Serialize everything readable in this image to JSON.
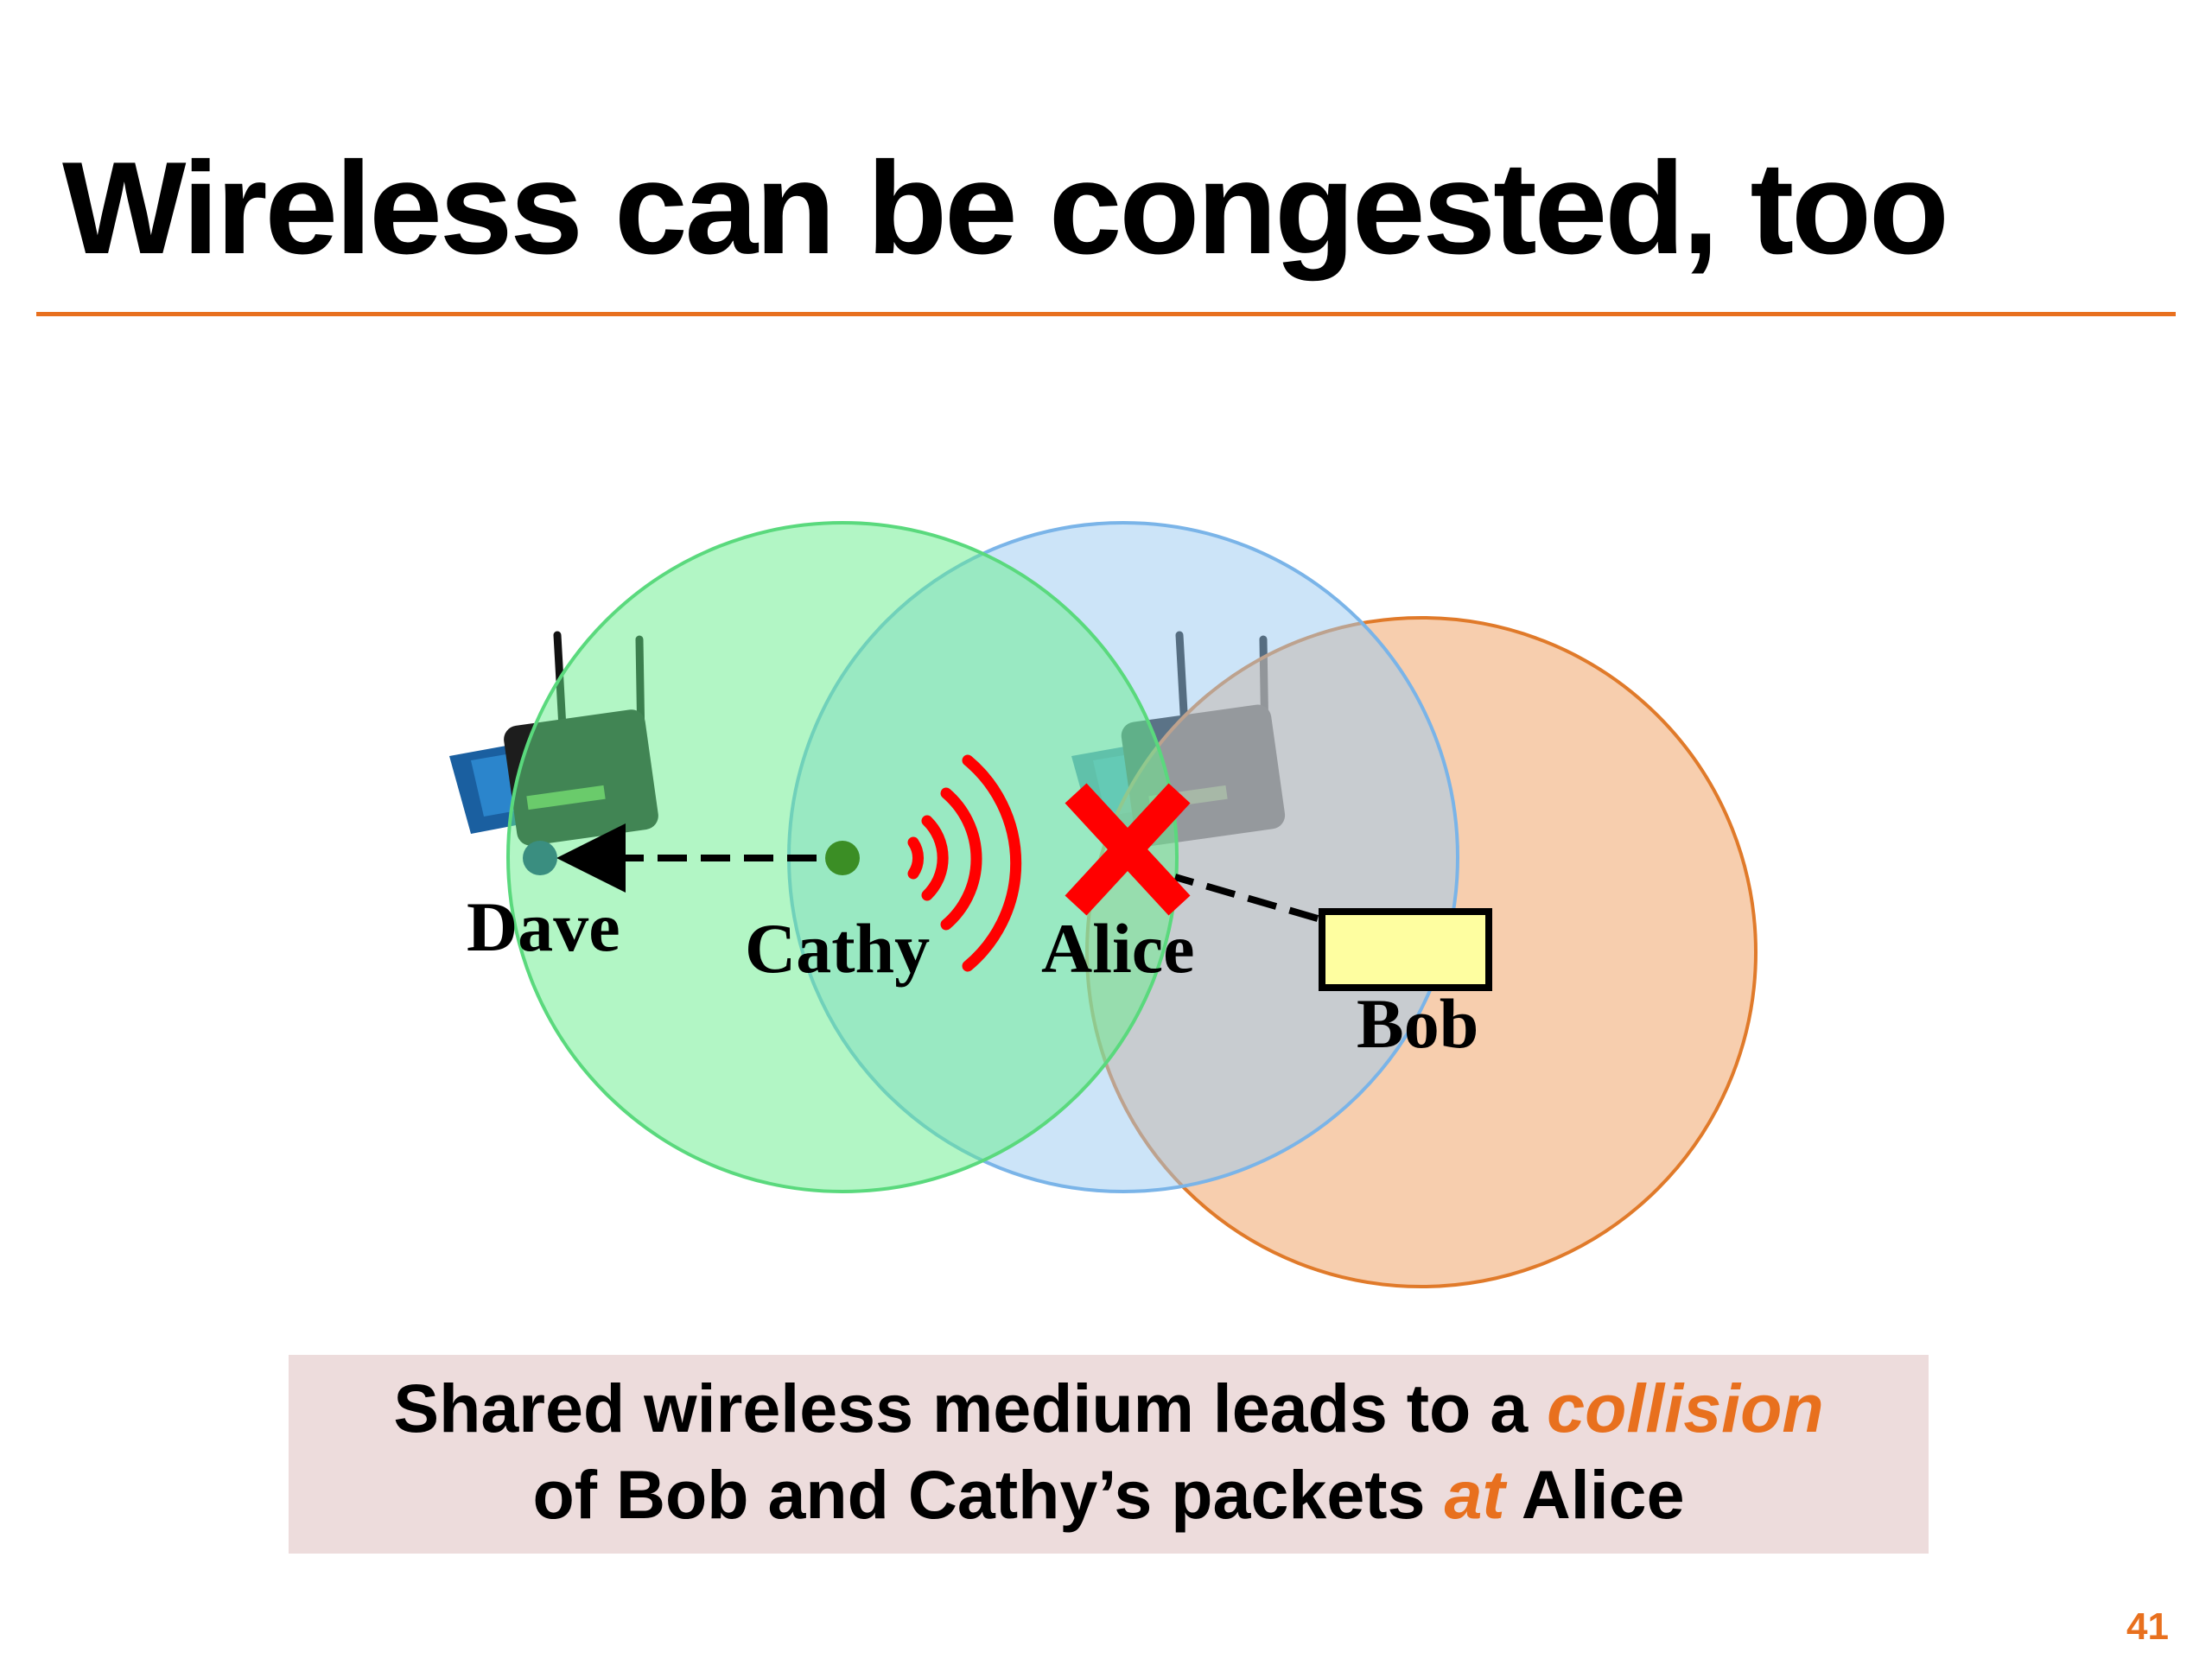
{
  "slide": {
    "title": "Wireless can be congested, too",
    "page_number": "41",
    "accent_color": "#e8701e"
  },
  "diagram": {
    "nodes": {
      "dave": "Dave",
      "cathy": "Cathy",
      "alice": "Alice",
      "bob": "Bob"
    },
    "ranges": [
      {
        "name": "cathy-range",
        "color": "#66ee8c"
      },
      {
        "name": "alice-range",
        "color": "#99c9f2"
      },
      {
        "name": "bob-range",
        "color": "#f0a66b"
      }
    ],
    "icons": [
      "wireless-router-icon",
      "wireless-router-icon",
      "radio-waves-icon",
      "collision-x-icon"
    ],
    "collision_color": "#ff0000"
  },
  "caption": {
    "line1_before": "Shared wireless medium leads to a ",
    "line1_emph": "collision",
    "line2_before": "of Bob and Cathy’s packets ",
    "line2_emph": "at",
    "line2_after": " Alice"
  }
}
